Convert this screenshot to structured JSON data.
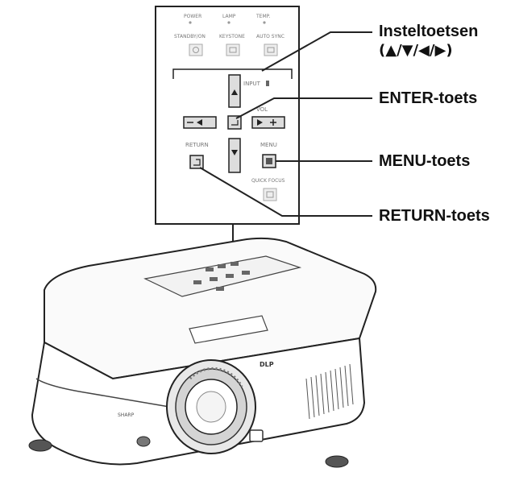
{
  "callouts": {
    "adjust_keys": {
      "label": "Insteltoetsen",
      "arrows": "(▲/▼/◀/▶)"
    },
    "enter_key": "ENTER-toets",
    "menu_key": "MENU-toets",
    "return_key": "RETURN-toets"
  },
  "panel_labels": {
    "power": "POWER",
    "lamp": "LAMP",
    "temp": "TEMP.",
    "standby": "STANDBY/ON",
    "keystone": "KEYSTONE",
    "autosync": "AUTO SYNC",
    "input": "INPUT",
    "vol": "VOL",
    "return": "RETURN",
    "menu": "MENU",
    "quick_focus": "QUICK FOCUS"
  },
  "projector_marks": {
    "lens_badge": "DLP",
    "front_brand": "SHARP"
  }
}
